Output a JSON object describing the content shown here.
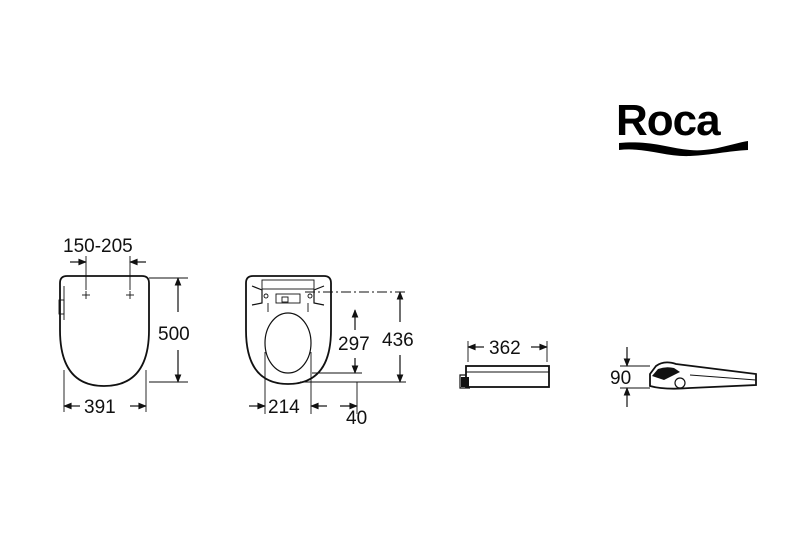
{
  "brand": {
    "logo_text": "Roca"
  },
  "views": {
    "front": {
      "hinge_spacing": "150-205",
      "width": "391",
      "length": "500"
    },
    "underside": {
      "opening_width": "214",
      "opening_length": "297",
      "fixing_to_front": "436",
      "rear_offset": "40"
    },
    "side": {
      "width": "362"
    },
    "profile": {
      "height": "90"
    }
  },
  "colors": {
    "ink": "#111111",
    "background": "#ffffff"
  }
}
